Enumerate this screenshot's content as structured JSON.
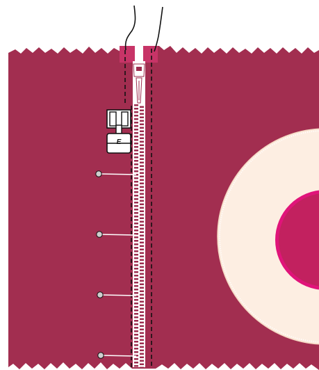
{
  "illustration": {
    "subject": "zipper-sewing-diagram",
    "presser_foot_letter": "E",
    "pin_count": 4,
    "colors": {
      "fabric": "#a22e50",
      "fabric_stripe": "#c73467",
      "zipper_tape": "#ffffff",
      "zipper_teeth": "#9c2c4e",
      "outline": "#111111",
      "spool_outer": "#fdeee2",
      "spool_inner": "#c2215f",
      "spool_inner_rim": "#e0147a",
      "pin_head": "#cfcfcf"
    }
  }
}
